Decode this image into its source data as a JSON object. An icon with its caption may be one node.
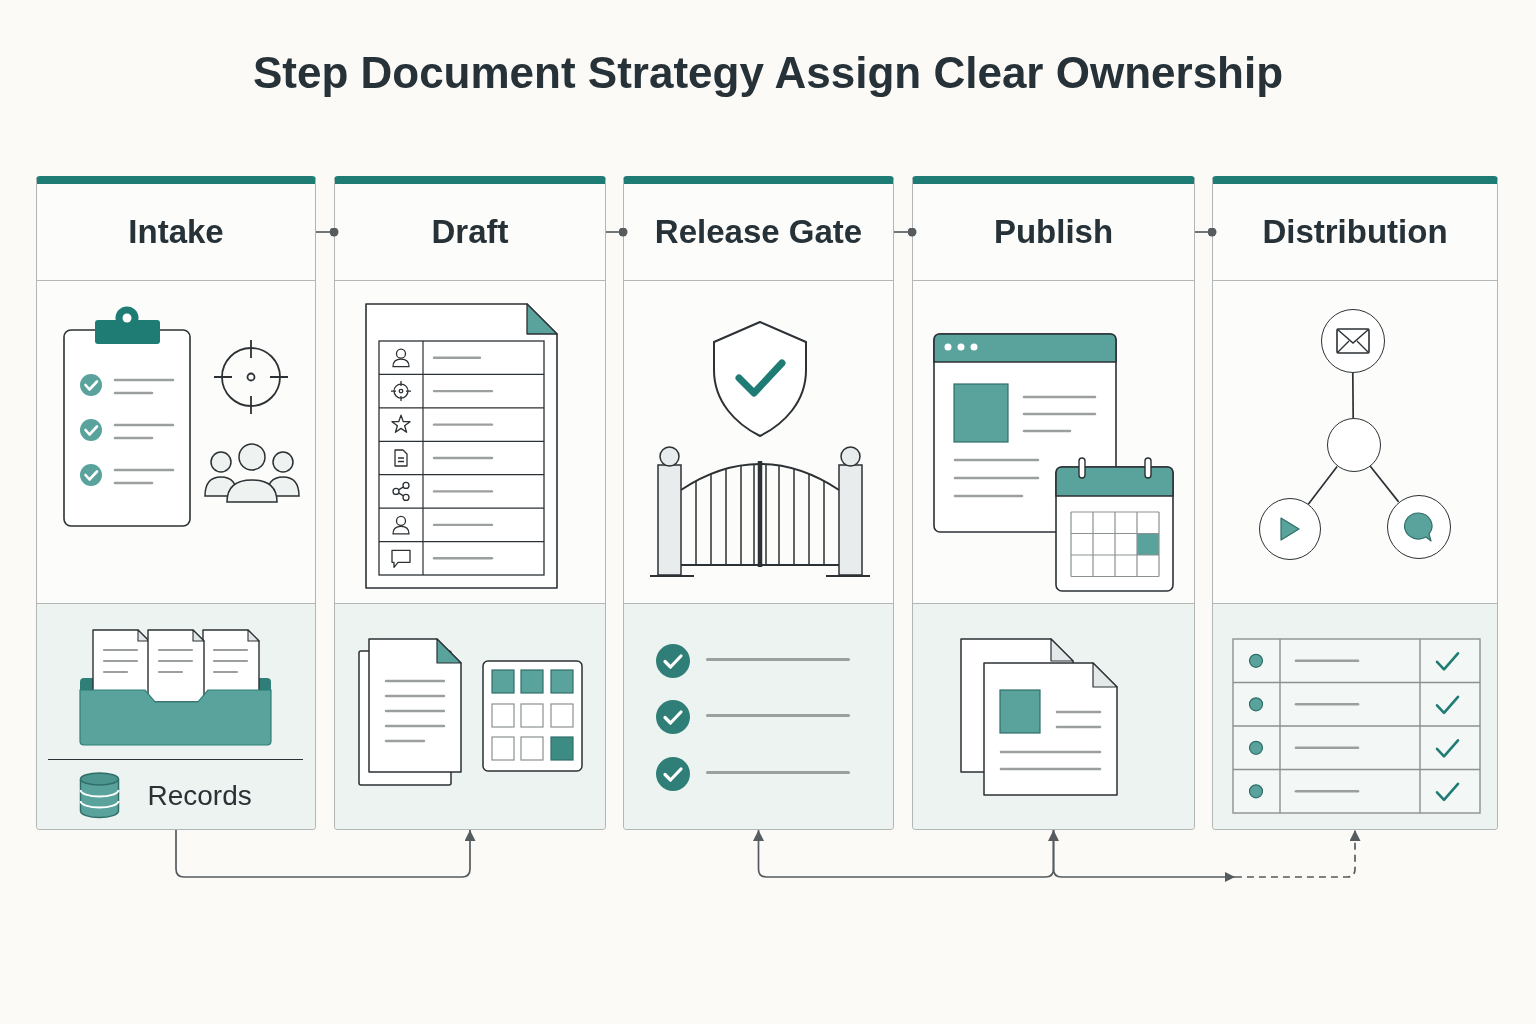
{
  "diagram": {
    "title": "Step Document Strategy Assign Clear Ownership",
    "nodes": [
      {
        "text": [
          "Intake",
          "Records"
        ]
      },
      {
        "text": [
          "Draft"
        ]
      },
      {
        "text": [
          "Release Gate"
        ]
      },
      {
        "text": [
          "Publish"
        ]
      },
      {
        "text": [
          "Distribution"
        ]
      },
      {
        "text": [],
        "shape": "circle",
        "in": 4
      },
      {
        "text": [],
        "shape": "circle",
        "in": 4
      },
      {
        "text": [],
        "shape": "circle",
        "in": 4
      },
      {
        "text": [],
        "shape": "circle",
        "in": 4
      }
    ],
    "edges": [
      {
        "from": 0,
        "to": 1,
        "arrow": "other"
      },
      {
        "from": 1,
        "to": 2,
        "arrow": "other"
      },
      {
        "from": 2,
        "to": 3,
        "arrow": "other"
      },
      {
        "from": 3,
        "to": 4,
        "arrow": "other"
      },
      {
        "from": 0,
        "to": 1,
        "arrow": "to"
      },
      {
        "from": 2,
        "to": 3,
        "arrow": "both"
      },
      {
        "from": 3,
        "to": 4,
        "arrow": "to",
        "style": "dashed"
      },
      {
        "from": 6,
        "to": 5,
        "arrow": "none",
        "color": "#2b3135"
      },
      {
        "from": 6,
        "to": 7,
        "arrow": "none",
        "color": "#2b3135"
      },
      {
        "from": 6,
        "to": 8,
        "arrow": "none",
        "color": "#2b3135"
      }
    ]
  }
}
